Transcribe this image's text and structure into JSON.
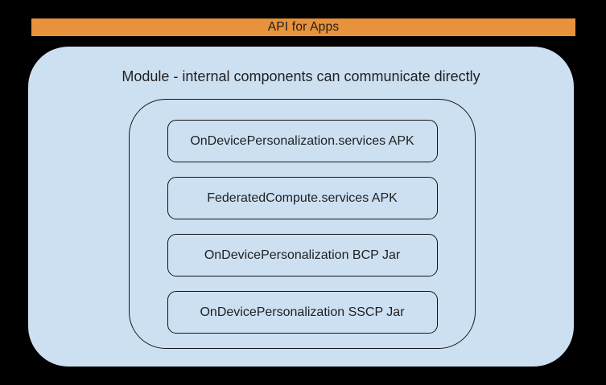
{
  "diagram": {
    "api_banner": {
      "label": "API for Apps"
    },
    "module": {
      "title": "Module - internal components can communicate directly",
      "components": [
        {
          "label": "OnDevicePersonalization.services APK"
        },
        {
          "label": "FederatedCompute.services APK"
        },
        {
          "label": "OnDevicePersonalization BCP Jar"
        },
        {
          "label": "OnDevicePersonalization SSCP Jar"
        }
      ]
    },
    "colors": {
      "canvas_background": "#000000",
      "banner_fill": "#e8923c",
      "module_fill": "#cde0f2",
      "outline": "#141414",
      "text": "#1f1f1f"
    }
  }
}
